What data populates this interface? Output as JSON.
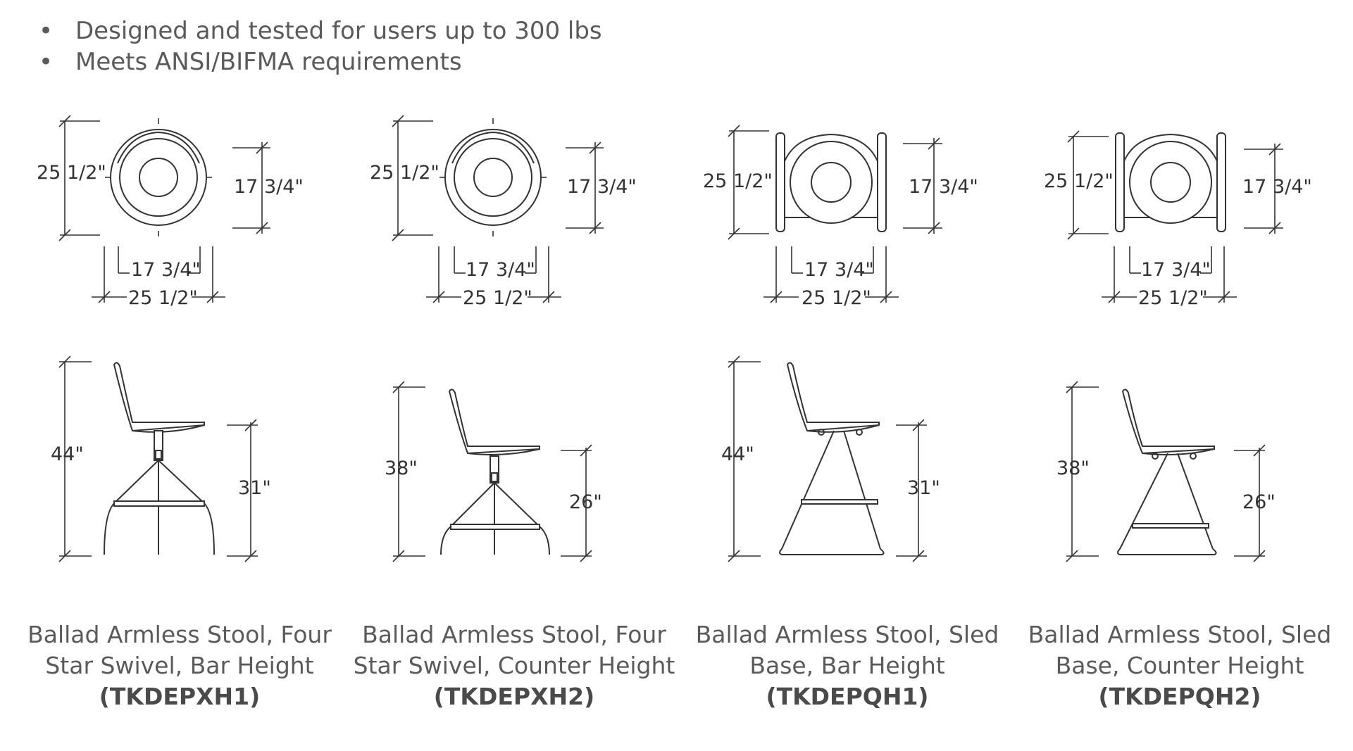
{
  "features": [
    "Designed and tested for users up to 300 lbs",
    "Meets ANSI/BIFMA requirements"
  ],
  "products": [
    {
      "name": "Ballad Armless Stool, Four Star Swivel, Bar Height",
      "code": "(TKDEPXH1)",
      "top": {
        "depth": "25 1/2\"",
        "seat_depth": "17 3/4\"",
        "seat_width": "17 3/4\"",
        "width": "25 1/2\""
      },
      "side": {
        "height": "44\"",
        "seat_height": "31\""
      }
    },
    {
      "name": "Ballad Armless Stool, Four Star Swivel, Counter Height",
      "code": "(TKDEPXH2)",
      "top": {
        "depth": "25 1/2\"",
        "seat_depth": "17 3/4\"",
        "seat_width": "17 3/4\"",
        "width": "25 1/2\""
      },
      "side": {
        "height": "38\"",
        "seat_height": "26\""
      }
    },
    {
      "name": "Ballad Armless Stool, Sled Base, Bar Height",
      "code": "(TKDEPQH1)",
      "top": {
        "depth": "25 1/2\"",
        "seat_depth": "17 3/4\"",
        "seat_width": "17 3/4\"",
        "width": "25 1/2\""
      },
      "side": {
        "height": "44\"",
        "seat_height": "31\""
      }
    },
    {
      "name": "Ballad Armless Stool, Sled Base, Counter Height",
      "code": "(TKDEPQH2)",
      "top": {
        "depth": "25 1/2\"",
        "seat_depth": "17 3/4\"",
        "seat_width": "17 3/4\"",
        "width": "25 1/2\""
      },
      "side": {
        "height": "38\"",
        "seat_height": "26\""
      }
    }
  ]
}
